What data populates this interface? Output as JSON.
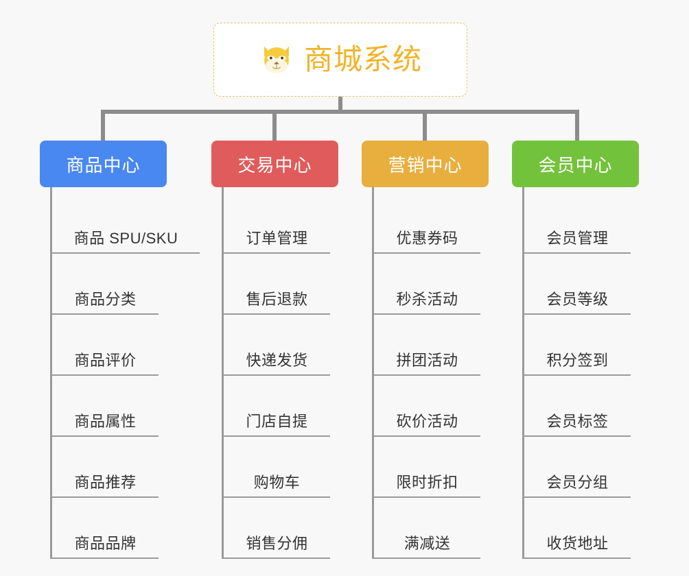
{
  "root": {
    "title": "商城系统",
    "logo_icon": "shiba-dog-face-icon",
    "border_color": "#EFC167",
    "text_color": "#F0B429"
  },
  "connector_color": "#8C8C8C",
  "background_color": "#F8F8F8",
  "columns": [
    {
      "id": "product-center",
      "title": "商品中心",
      "color": "#4988F0",
      "items": [
        "商品 SPU/SKU",
        "商品分类",
        "商品评价",
        "商品属性",
        "商品推荐",
        "商品品牌"
      ]
    },
    {
      "id": "trade-center",
      "title": "交易中心",
      "color": "#E05C5C",
      "items": [
        "订单管理",
        "售后退款",
        "快递发货",
        "门店自提",
        "购物车",
        "销售分佣"
      ]
    },
    {
      "id": "marketing-center",
      "title": "营销中心",
      "color": "#E8AE3E",
      "items": [
        "优惠券码",
        "秒杀活动",
        "拼团活动",
        "砍价活动",
        "限时折扣",
        "满减送"
      ]
    },
    {
      "id": "member-center",
      "title": "会员中心",
      "color": "#73C23C",
      "items": [
        "会员管理",
        "会员等级",
        "积分签到",
        "会员标签",
        "会员分组",
        "收货地址"
      ]
    }
  ]
}
